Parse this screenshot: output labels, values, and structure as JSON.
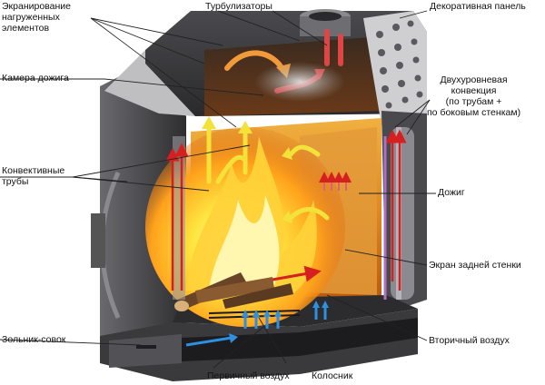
{
  "labels": {
    "screening": "Экранирование\nнагруженных\nэлементов",
    "turbulators": "Турбулизаторы",
    "decor_panel": "Декоративная панель",
    "afterburn_chamber": "Камера дожига",
    "two_level_convection": "Двухуровневая\nконвекция\n(по трубам +\nпо боковым стенкам)",
    "convection_tubes": "Конвективные\nтрубы",
    "afterburn": "Дожиг",
    "back_wall_screen": "Экран задней стенки",
    "ash_pan": "Зольник-совок",
    "secondary_air": "Вторичный воздух",
    "primary_air": "Первичный воздух",
    "grate": "Колосник"
  },
  "colors": {
    "body_dark": "#3a3a3c",
    "body_mid": "#5a5a5e",
    "firebox_back": "#d87a22",
    "flame_yellow": "#ffe640",
    "flame_orange": "#ff9a1a",
    "arrow_red": "#d61f1f",
    "arrow_blue": "#2f8fe0",
    "arrow_yellow": "#f2e23a",
    "leader_line": "#222222"
  },
  "icons": {
    "convection_arrows": "up-arrow-icon",
    "air_arrows": "up-arrow-icon",
    "flow_arrows": "curved-arrow-icon"
  }
}
